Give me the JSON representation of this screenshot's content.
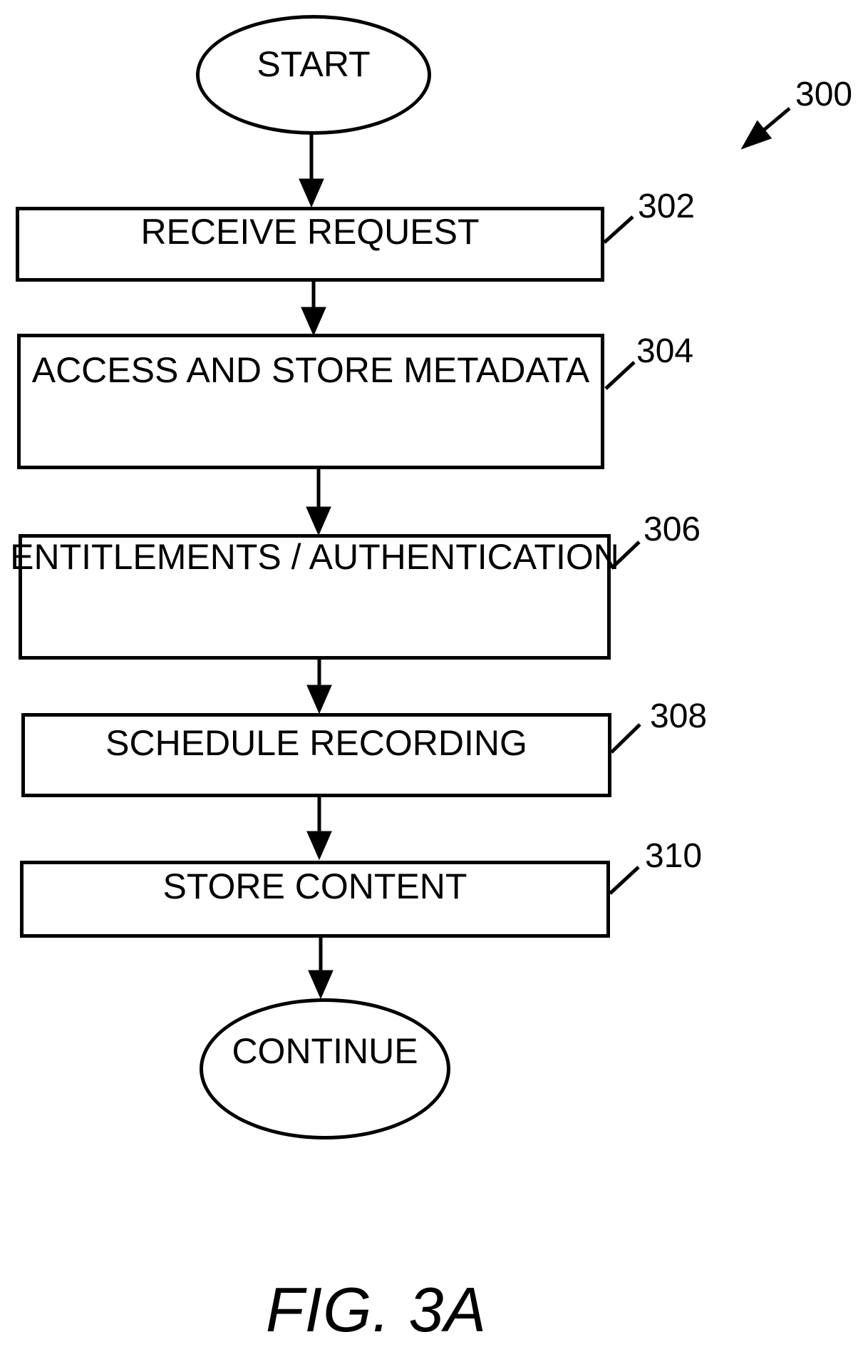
{
  "figure": {
    "reference_number": "300",
    "caption": "FIG. 3A",
    "colors": {
      "ink": "#000000",
      "background": "#ffffff"
    },
    "nodes": [
      {
        "type": "terminator",
        "label": "START",
        "ref": ""
      },
      {
        "type": "process",
        "label": "RECEIVE REQUEST",
        "ref": "302"
      },
      {
        "type": "process",
        "label": "ACCESS AND STORE METADATA",
        "ref": "304"
      },
      {
        "type": "process",
        "label": "ENTITLEMENTS / AUTHENTICATION",
        "ref": "306"
      },
      {
        "type": "process",
        "label": "SCHEDULE RECORDING",
        "ref": "308"
      },
      {
        "type": "process",
        "label": "STORE CONTENT",
        "ref": "310"
      },
      {
        "type": "terminator",
        "label": "CONTINUE",
        "ref": ""
      }
    ],
    "flow": [
      {
        "from": "START",
        "to": "302"
      },
      {
        "from": "302",
        "to": "304"
      },
      {
        "from": "304",
        "to": "306"
      },
      {
        "from": "306",
        "to": "308"
      },
      {
        "from": "308",
        "to": "310"
      },
      {
        "from": "310",
        "to": "CONTINUE"
      }
    ]
  }
}
